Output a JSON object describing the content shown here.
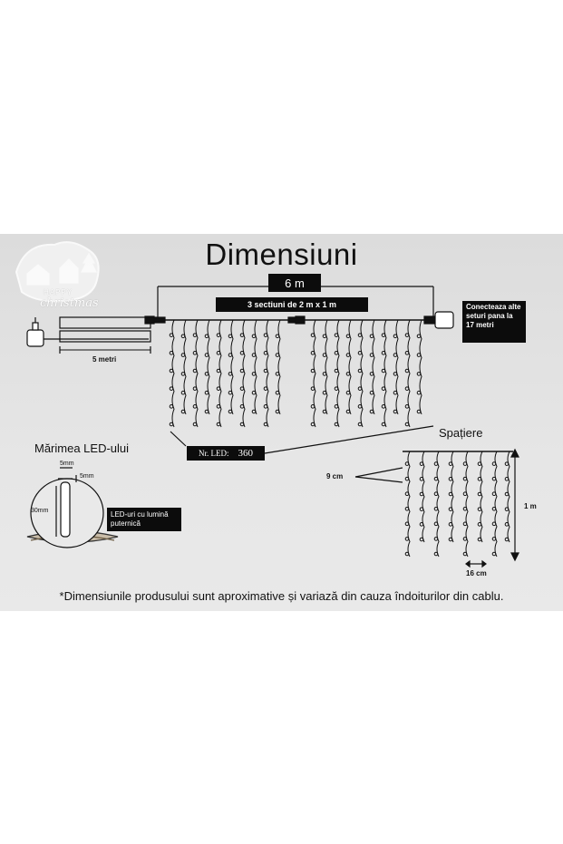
{
  "title": "Dimensiuni",
  "logo": {
    "word1": "HAPPY",
    "word2": "christmas",
    "icon": "snowy-house-logo"
  },
  "total_width_label": "6 m",
  "sections_label": "3 sectiuni de 2 m x 1 m",
  "connect_note": "Conecteaza alte seturi pana la 17 metri",
  "cable_label": "5 metri",
  "led_count_label": "Nr. LED:",
  "led_count_value": "360",
  "led_size": {
    "heading": "Mărimea LED-ului",
    "width_label": "5mm",
    "top_label": "5mm",
    "height_label": "30mm",
    "strong_light_label": "LED-uri cu lumină puternică"
  },
  "spacing": {
    "heading": "Spațiere",
    "vertical_gap_label": "9 cm",
    "horizontal_gap_label": "16 cm",
    "height_label": "1 m"
  },
  "footnote": "*Dimensiunile produsului sunt aproximative și variază din cauza îndoiturilor din cablu.",
  "colors": {
    "panel": "#e2e2e2",
    "box": "#0c0c0c",
    "line": "#111111"
  }
}
